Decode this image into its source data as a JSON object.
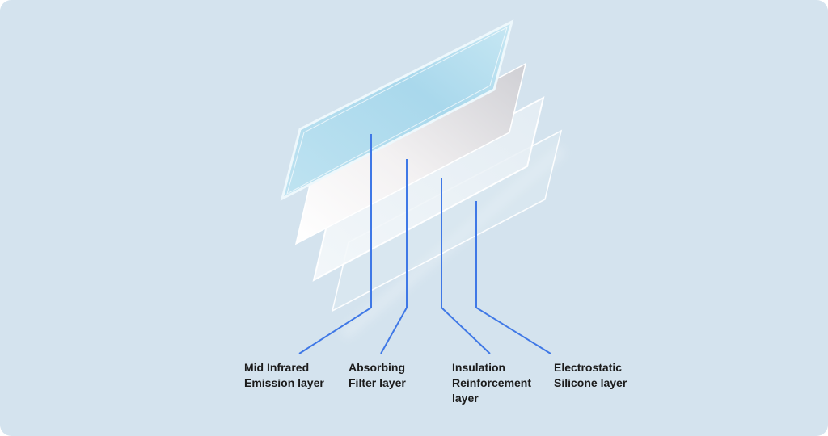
{
  "diagram": {
    "colors": {
      "background": "#d4e3ee",
      "leader_line": "#3f78e6",
      "label_text": "#1b1b1b",
      "emission_layer": "#a9d8ec",
      "filter_layer": "#e9e7ea",
      "reinforcement_layer": "#eef3f7",
      "silicone_layer": "#dfeaf2"
    },
    "labels": [
      {
        "line1": "Mid Infrared",
        "line2": "Emission layer",
        "line3": ""
      },
      {
        "line1": "Absorbing",
        "line2": "Filter layer",
        "line3": ""
      },
      {
        "line1": "Insulation",
        "line2": "Reinforcement",
        "line3": "layer"
      },
      {
        "line1": "Electrostatic",
        "line2": "Silicone layer",
        "line3": ""
      }
    ]
  }
}
